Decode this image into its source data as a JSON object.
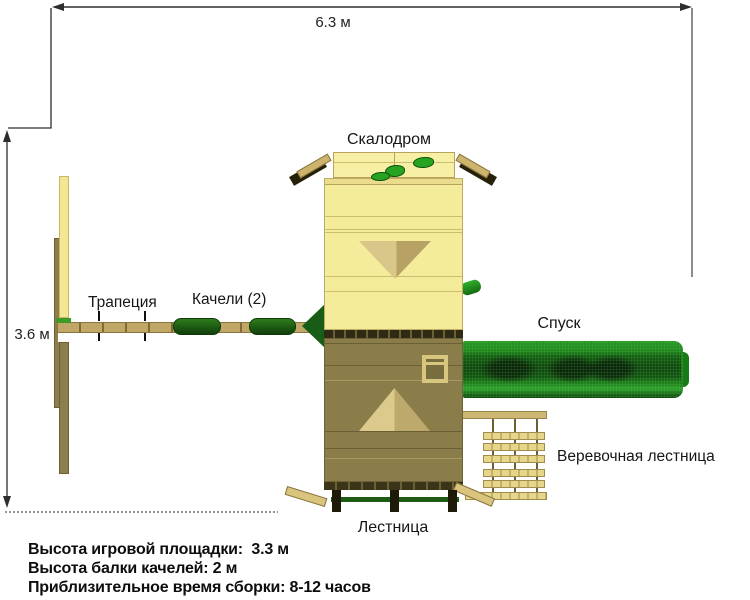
{
  "labels": {
    "dim_width": "6.3 м",
    "dim_depth": "3.6 м",
    "climbing_wall": "Скалодром",
    "trapeze": "Трапеция",
    "swings": "Качели (2)",
    "slide": "Спуск",
    "rope_ladder": "Веревочная лестница",
    "ladder": "Лестница"
  },
  "footer": {
    "lines": [
      "Высота игровой площадки:  3.3 м",
      "Высота балки качелей: 2 м",
      "Приблизительное время сборки: 8-12 часов"
    ]
  },
  "colors": {
    "wood_light": "#f5ec9b",
    "wood_tan": "#c3a96a",
    "wood_olive": "#8a7d4a",
    "green_slide": "#0d4a0c",
    "green_main": "#1c8a1a",
    "dimension_line": "#2e2e2e",
    "text": "#1a1a1a"
  }
}
